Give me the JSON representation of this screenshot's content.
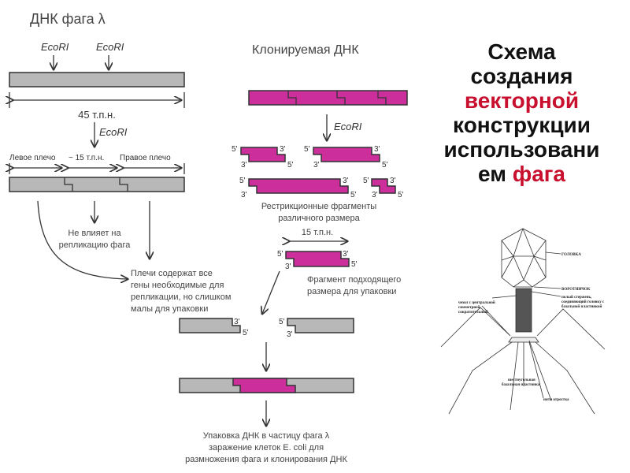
{
  "slide_title": {
    "line1": "Схема",
    "line2": "создания",
    "line3_highlight": "векторной",
    "line4": "конструкции",
    "line5": "использовани",
    "line6_prefix": "ем ",
    "line6_highlight": "фага"
  },
  "left": {
    "heading": "ДНК фага λ",
    "enzyme": "EcoRI",
    "length": "45 т.п.н.",
    "left_arm": "Левое плечо",
    "middle": "~ 15 т.п.н.",
    "right_arm": "Правое плечо",
    "no_effect": [
      "Не влияет на",
      "репликацию фага"
    ],
    "arms_note": [
      "Плечи содержат все",
      "гены необходимые для",
      "репликации, но слишком",
      "малы для упаковки"
    ]
  },
  "right": {
    "heading": "Клонируемая ДНК",
    "enzyme": "EcoRI",
    "fragments_caption": [
      "Рестрикционные фрагменты",
      "различного размера"
    ],
    "insert_length": "15 т.п.н.",
    "insert_caption": [
      "Фрагмент подходящего",
      "размера для упаковки"
    ],
    "end5": "5'",
    "end3": "3'"
  },
  "bottom_caption": [
    "Упаковка ДНК в частицу фага λ",
    "заражение клеток E. coli для",
    "размножения фага и клонирования ДНК"
  ],
  "phage_labels": {
    "head": "ГОЛОВКА",
    "collar": "ВОРОТНИЧОК",
    "core": [
      "полый стержень,",
      "соединяющий головку с",
      "базальной пластинкой"
    ],
    "sheath": [
      "чехол с центральной",
      "симметрией,",
      "сократительный"
    ],
    "baseplate": [
      "шестиугольная",
      "базальная пластинка"
    ],
    "fibers": "нити отростка"
  },
  "colors": {
    "magenta": "#cc2e9c",
    "gray": "#b8b8b8",
    "title_red": "#c8102e"
  }
}
